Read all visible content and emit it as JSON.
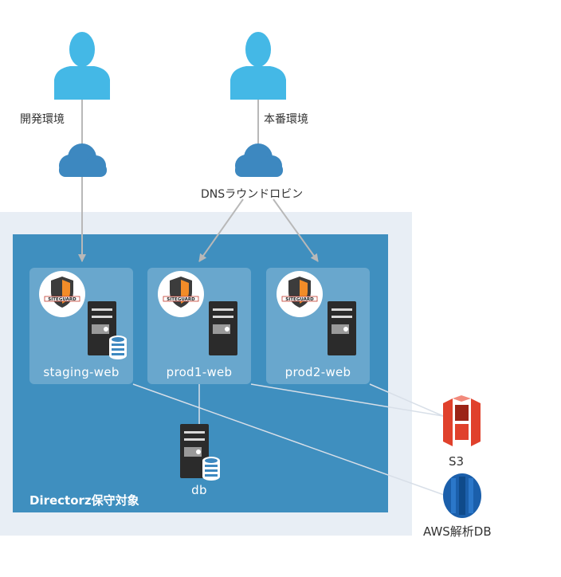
{
  "users": {
    "dev_label": "開発環境",
    "prod_label": "本番環境"
  },
  "dns_label": "DNSラウンドロビン",
  "zone_label": "Directorz保守対象",
  "servers": {
    "staging": "staging-web",
    "prod1": "prod1-web",
    "prod2": "prod2-web",
    "db": "db"
  },
  "badge_text": "SITEGUARD",
  "s3_label": "S3",
  "aws_db_label": "AWS解析DB",
  "colors": {
    "zone_outer": "#e8eef5",
    "zone_inner": "#3f8fbf",
    "user": "#44b8e6",
    "cloud": "#3d88c0",
    "s3": "#e0412c",
    "aws_db": "#1b5fab"
  }
}
